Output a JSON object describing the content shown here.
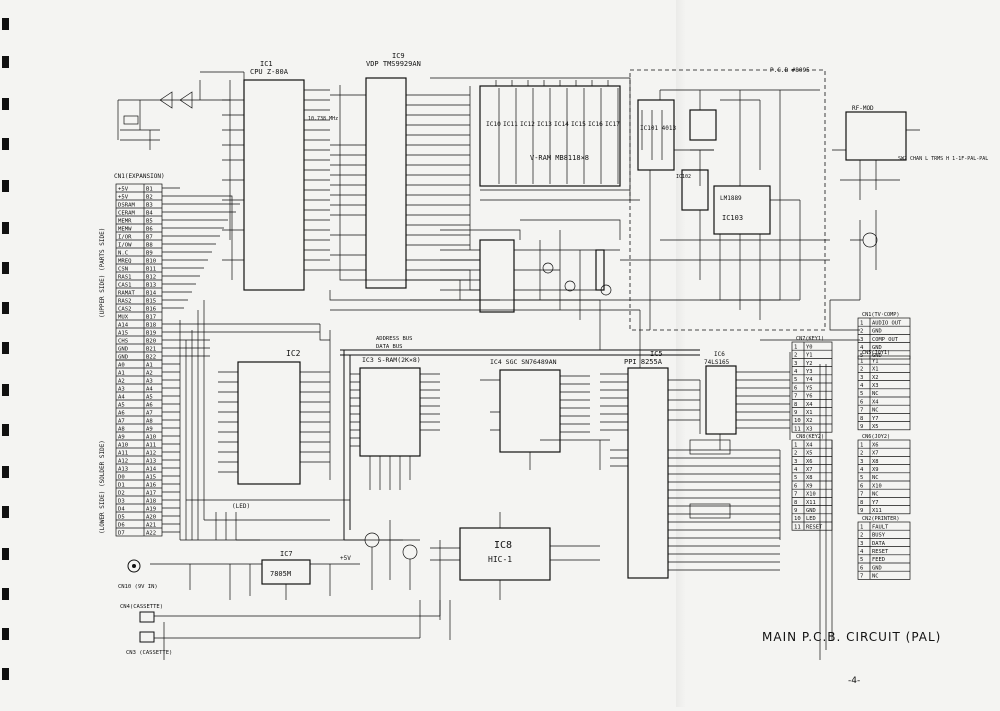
{
  "page_title": "MAIN P.C.B. CIRCUIT (PAL)",
  "page_number": "-4-",
  "pcb_label": "P.C.B #8095",
  "side_labels": {
    "upper": "(UPPER SIDE) (PARTS SIDE)",
    "lower": "(LOWER SIDE) (SOLDER SIDE)"
  },
  "ic_labels": {
    "ic1_name": "IC1",
    "ic1_part": "CPU Z-80A",
    "ic9_name": "IC9",
    "ic9_part": "VDP TMS9929AN",
    "vram": "V-RAM  MB8118×8",
    "ic2": "IC2",
    "ic3": "IC3 S-RAM(2K×8)",
    "ic4": "IC4 SGC SN76489AN",
    "ic5_name": "IC5",
    "ic5_part": "PPI 8255A",
    "ic6_name": "IC6",
    "ic6_part": "74LS165",
    "ic7": "IC7",
    "ic7_part": "7805M",
    "ic8": "IC8",
    "ic8_part": "HIC-1",
    "ic101": "IC101 4013",
    "ic102": "IC102",
    "ic103": "IC103",
    "lm1889": "LM1889",
    "rfmod": "RF-MOD",
    "addr_bus": "ADDRESS BUS",
    "data_bus": "DATA BUS",
    "led": "(LED)"
  },
  "vram_chips": [
    "IC10",
    "IC11",
    "IC12",
    "IC13",
    "IC14",
    "IC15",
    "IC16",
    "IC17"
  ],
  "cn_expansion": {
    "title": "CN1(EXPANSION)",
    "upper": [
      [
        "+5V",
        "B1"
      ],
      [
        "+5V",
        "B2"
      ],
      [
        "DSRAM",
        "B3"
      ],
      [
        "CERAM",
        "B4"
      ],
      [
        "MEMR",
        "B5"
      ],
      [
        "MEMW",
        "B6"
      ],
      [
        "I/OR",
        "B7"
      ],
      [
        "I/OW",
        "B8"
      ],
      [
        "N.C",
        "B9"
      ],
      [
        "MREQ",
        "B10"
      ],
      [
        "CSN",
        "B11"
      ],
      [
        "RAS1",
        "B12"
      ],
      [
        "CAS1",
        "B13"
      ],
      [
        "RAMAT",
        "B14"
      ],
      [
        "RAS2",
        "B15"
      ],
      [
        "CAS2",
        "B16"
      ],
      [
        "MUX",
        "B17"
      ],
      [
        "A14",
        "B18"
      ],
      [
        "A15",
        "B19"
      ],
      [
        "CHS",
        "B20"
      ],
      [
        "GND",
        "B21"
      ],
      [
        "GND",
        "B22"
      ]
    ],
    "lower": [
      [
        "A0",
        "A1"
      ],
      [
        "A1",
        "A2"
      ],
      [
        "A2",
        "A3"
      ],
      [
        "A3",
        "A4"
      ],
      [
        "A4",
        "A5"
      ],
      [
        "A5",
        "A6"
      ],
      [
        "A6",
        "A7"
      ],
      [
        "A7",
        "A8"
      ],
      [
        "A8",
        "A9"
      ],
      [
        "A9",
        "A10"
      ],
      [
        "A10",
        "A11"
      ],
      [
        "A11",
        "A12"
      ],
      [
        "A12",
        "A13"
      ],
      [
        "A13",
        "A14"
      ],
      [
        "D0",
        "A15"
      ],
      [
        "D1",
        "A16"
      ],
      [
        "D2",
        "A17"
      ],
      [
        "D3",
        "A18"
      ],
      [
        "D4",
        "A19"
      ],
      [
        "D5",
        "A20"
      ],
      [
        "D6",
        "A21"
      ],
      [
        "D7",
        "A22"
      ]
    ]
  },
  "cn_right": [
    {
      "title": "CN1(TV·COMP)",
      "rows": [
        [
          "1",
          "AUDIO OUT"
        ],
        [
          "2",
          "GND"
        ],
        [
          "3",
          "COMP OUT"
        ],
        [
          "4",
          "GND"
        ],
        [
          "5",
          "GND"
        ]
      ]
    },
    {
      "title": "CN7(KEY1)",
      "rows": [
        [
          "1",
          "Y0"
        ],
        [
          "2",
          "Y1"
        ],
        [
          "3",
          "Y2"
        ],
        [
          "4",
          "Y3"
        ],
        [
          "5",
          "Y4"
        ],
        [
          "6",
          "Y5"
        ],
        [
          "7",
          "Y6"
        ],
        [
          "8",
          "X4"
        ],
        [
          "9",
          "X1"
        ],
        [
          "10",
          "X2"
        ],
        [
          "11",
          "X3"
        ]
      ]
    },
    {
      "title": "CN8(KEY2)",
      "rows": [
        [
          "1",
          "X4"
        ],
        [
          "2",
          "X5"
        ],
        [
          "3",
          "X6"
        ],
        [
          "4",
          "X7"
        ],
        [
          "5",
          "X8"
        ],
        [
          "6",
          "X9"
        ],
        [
          "7",
          "X10"
        ],
        [
          "8",
          "X11"
        ],
        [
          "9",
          "GND"
        ],
        [
          "10",
          "LED"
        ],
        [
          "11",
          "RESET"
        ]
      ]
    },
    {
      "title": "CN5(JOY1)",
      "rows": [
        [
          "1",
          "Y1"
        ],
        [
          "2",
          "X1"
        ],
        [
          "3",
          "X2"
        ],
        [
          "4",
          "X3"
        ],
        [
          "5",
          "NC"
        ],
        [
          "6",
          "X4"
        ],
        [
          "7",
          "NC"
        ],
        [
          "8",
          "Y7"
        ],
        [
          "9",
          "X5"
        ]
      ]
    },
    {
      "title": "CN6(JOY2)",
      "rows": [
        [
          "1",
          "X6"
        ],
        [
          "2",
          "X7"
        ],
        [
          "3",
          "X8"
        ],
        [
          "4",
          "X9"
        ],
        [
          "5",
          "NC"
        ],
        [
          "6",
          "X10"
        ],
        [
          "7",
          "NC"
        ],
        [
          "8",
          "Y7"
        ],
        [
          "9",
          "X11"
        ]
      ]
    },
    {
      "title": "CN2(PRINTER)",
      "rows": [
        [
          "1",
          "FAULT"
        ],
        [
          "2",
          "BUSY"
        ],
        [
          "3",
          "DATA"
        ],
        [
          "4",
          "RESET"
        ],
        [
          "5",
          "FEED"
        ],
        [
          "6",
          "GND"
        ],
        [
          "7",
          "NC"
        ]
      ]
    }
  ],
  "connectors_left": {
    "cn10": "CN10 (9V IN)",
    "cn4": "CN4(CASSETTE)",
    "cn3": "CN3 (CASSETTE)"
  },
  "misc_labels": {
    "xtal": "10.738 MHz",
    "rf_note": "SW2 CHAN L TRMS H 1-1F-PAL-PAL",
    "plus5": "+5V"
  }
}
